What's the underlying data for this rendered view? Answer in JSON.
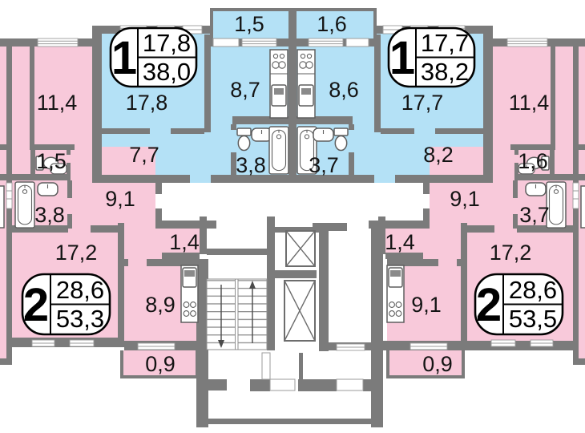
{
  "floor_plan": {
    "colors": {
      "one_room_fill": "#b4e1f6",
      "two_room_fill": "#f8c9da",
      "wall": "#7b7b7b"
    },
    "apartments": {
      "one_left": {
        "rooms_count": "1",
        "living_area": "17,8",
        "total_area": "38,0",
        "labels": {
          "room": "17,8",
          "hall": "7,7",
          "kitchen": "8,7",
          "bath": "3,8",
          "balcony": "1,5"
        }
      },
      "one_right": {
        "rooms_count": "1",
        "living_area": "17,7",
        "total_area": "38,2",
        "labels": {
          "room": "17,7",
          "hall": "8,2",
          "kitchen": "8,6",
          "bath": "3,7",
          "balcony": "1,6"
        }
      },
      "two_left": {
        "rooms_count": "2",
        "living_area": "28,6",
        "total_area": "53,3",
        "labels": {
          "bedroom": "11,4",
          "wc": "1,5",
          "bath": "3,8",
          "hall": "9,1",
          "living": "17,2",
          "corridor": "1,4",
          "kitchen": "8,9",
          "balcony": "0,9"
        }
      },
      "two_right": {
        "rooms_count": "2",
        "living_area": "28,6",
        "total_area": "53,5",
        "labels": {
          "bedroom": "11,4",
          "wc": "1,6",
          "bath": "3,7",
          "hall": "9,1",
          "living": "17,2",
          "corridor": "1,4",
          "kitchen": "9,1",
          "balcony": "0,9"
        }
      }
    }
  }
}
